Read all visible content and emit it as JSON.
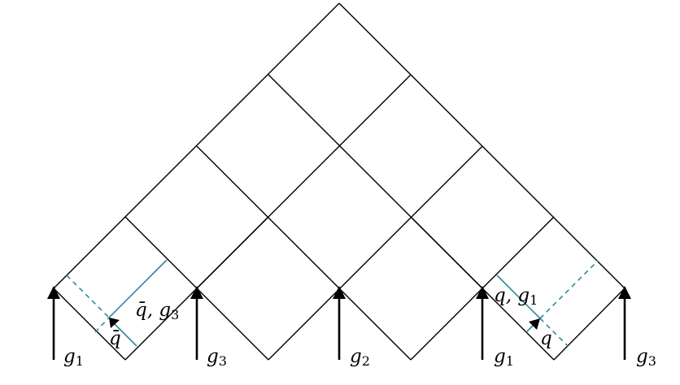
{
  "colors": {
    "line": "#000000",
    "accent": "#2e8b99"
  },
  "labels": {
    "bottom": [
      {
        "sym": "g",
        "sub": "1"
      },
      {
        "sym": "g",
        "sub": "3"
      },
      {
        "sym": "g",
        "sub": "2"
      },
      {
        "sym": "g",
        "sub": "1"
      },
      {
        "sym": "g",
        "sub": "3"
      }
    ],
    "left_pair": {
      "first": "q̄",
      "sep": ", ",
      "sym": "g",
      "sub": "3"
    },
    "left_arrow": "q̄",
    "right_pair": {
      "first": "q",
      "sep": ", ",
      "sym": "g",
      "sub": "1"
    },
    "right_arrow": "q"
  }
}
